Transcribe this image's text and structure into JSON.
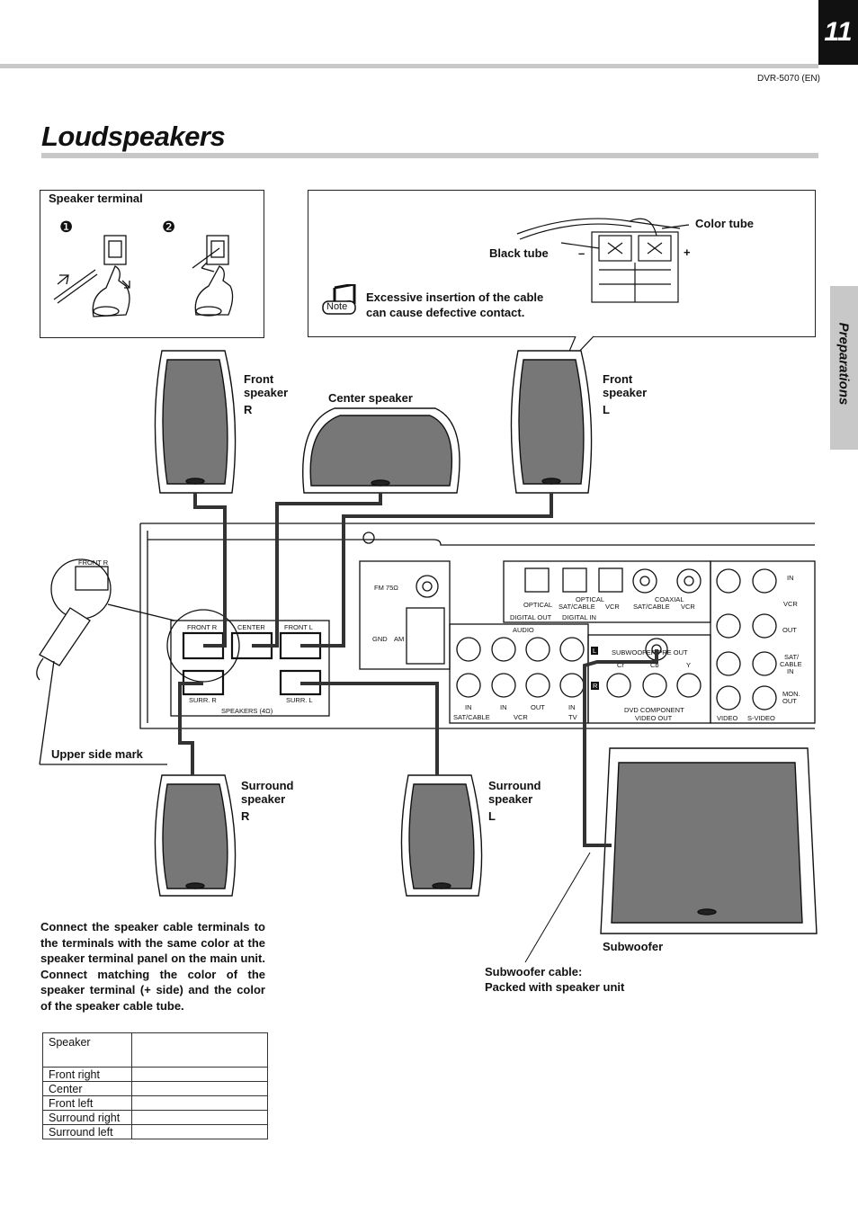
{
  "header": {
    "page_number": "11",
    "model": "DVR-5070 (EN)"
  },
  "title": "Loudspeakers",
  "side_tab": "Preparations",
  "terminal_box": {
    "title": "Speaker terminal",
    "step1": "❶",
    "step2": "❷"
  },
  "note_box": {
    "color_tube": "Color tube",
    "black_tube": "Black tube",
    "minus": "–",
    "plus": "+",
    "note_icon": "Note",
    "note_line1": "Excessive insertion of the cable",
    "note_line2": "can cause defective contact."
  },
  "speakers": {
    "front_r": [
      "Front",
      "speaker",
      "R"
    ],
    "center": "Center speaker",
    "front_l": [
      "Front",
      "speaker",
      "L"
    ],
    "surround_r": [
      "Surround",
      "speaker",
      "R"
    ],
    "surround_l": [
      "Surround",
      "speaker",
      "L"
    ],
    "subwoofer": "Subwoofer"
  },
  "upper_side_mark": "Upper side mark",
  "subwoofer_cable": [
    "Subwoofer cable:",
    "Packed with speaker unit"
  ],
  "instruction": "Connect the speaker cable terminals to the terminals with the same color at the speaker terminal panel on the main unit. Connect matching the color of the speaker terminal (+ side) and the color of the speaker cable tube.",
  "table": {
    "header": "Speaker",
    "rows": [
      "Front right",
      "Center",
      "Front left",
      "Surround right",
      "Surround left"
    ]
  },
  "panel": {
    "front_r": "FRONT  R",
    "center": "CENTER",
    "front_l": "FRONT  L",
    "surr_r": "SURR. R",
    "surr_l": "SURR. L",
    "speakers": "SPEAKERS  (4Ω)",
    "zoom_front_r": "FRONT  R",
    "fm": "FM 75Ω",
    "gnd": "GND",
    "am": "AM",
    "optical": "OPTICAL",
    "optical_grp": "OPTICAL",
    "sat_cable": "SAT/CABLE",
    "vcr": "VCR",
    "coaxial": "COAXIAL",
    "digital_out": "DIGITAL OUT",
    "digital_in": "DIGITAL IN",
    "audio": "AUDIO",
    "sub_pre_out": "SUBWOOFER PRE OUT",
    "l": "L",
    "r": "R",
    "in": "IN",
    "out": "OUT",
    "tv": "TV",
    "cr": "Cr",
    "cb": "Cb",
    "y": "Y",
    "dvd_comp": "DVD COMPONENT",
    "video_out": "VIDEO OUT",
    "video": "VIDEO",
    "s_video": "S-VIDEO",
    "v_in": "IN",
    "v_vcr": "VCR",
    "v_out": "OUT",
    "v_sat": "SAT/",
    "v_cable": "CABLE",
    "v_in2": "IN",
    "mon": "MON.",
    "mon_out": "OUT"
  }
}
